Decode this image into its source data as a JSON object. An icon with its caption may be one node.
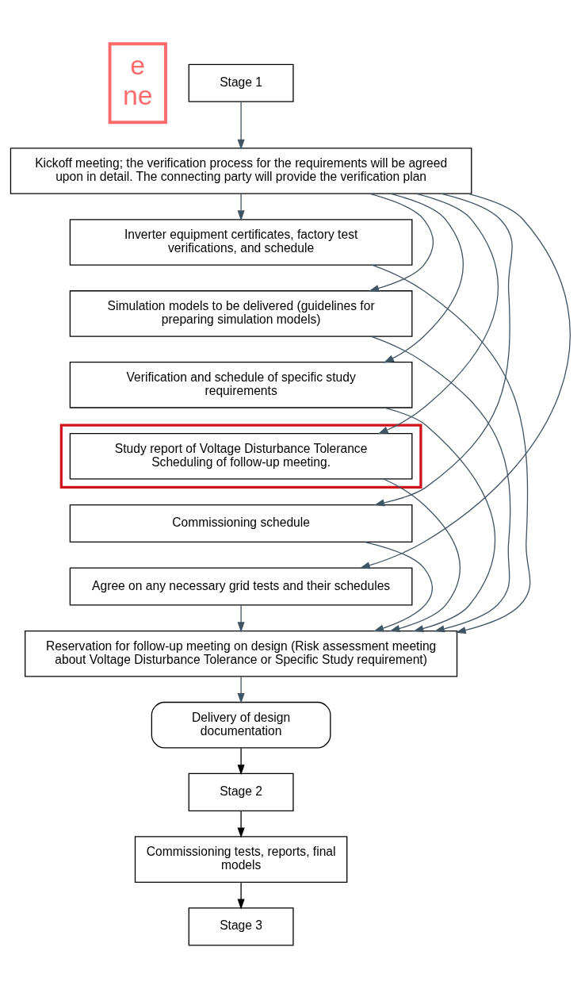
{
  "diagram": {
    "nodes": [
      {
        "text": [
          "e",
          "ne"
        ]
      },
      {
        "text": [
          "Stage 1"
        ]
      },
      {
        "text": [
          "Kickoff meeting; the verification process for the requirements will be agreed upon in detail. The connecting party will provide the verification plan"
        ]
      },
      {
        "text": [
          "Inverter equipment certificates, factory test verifications, and schedule"
        ]
      },
      {
        "text": [
          "Simulation models to be delivered (guidelines for preparing simulation models)"
        ]
      },
      {
        "text": [
          "Verification and schedule of specific study requirements"
        ]
      },
      {
        "text": [],
        "shape": "box"
      },
      {
        "text": [
          "Study report of Voltage Disturbance Tolerance Scheduling of follow-up meeting."
        ],
        "in": 6
      },
      {
        "text": [
          "Commissioning schedule"
        ]
      },
      {
        "text": [
          "Agree on any necessary grid tests and their schedules"
        ]
      },
      {
        "text": [
          "Reservation for follow-up meeting on design (Risk assessment meeting about Voltage Disturbance Tolerance or Specific Study requirement)"
        ]
      },
      {
        "text": [
          "Delivery of design documentation"
        ]
      },
      {
        "text": [
          "Stage 2"
        ]
      },
      {
        "text": [
          "Commissioning tests, reports, final models"
        ]
      },
      {
        "text": [
          "Stage 3"
        ]
      }
    ],
    "edges": [
      {
        "from": 1,
        "to": 2,
        "arrow": "to"
      },
      {
        "from": 2,
        "to": 3,
        "arrow": "to"
      },
      {
        "from": 2,
        "to": 4,
        "arrow": "to"
      },
      {
        "from": 2,
        "to": 5,
        "arrow": "to"
      },
      {
        "from": 2,
        "to": 7,
        "arrow": "to"
      },
      {
        "from": 2,
        "to": 8,
        "arrow": "to"
      },
      {
        "from": 2,
        "to": 9,
        "arrow": "to"
      },
      {
        "from": 3,
        "to": 10,
        "arrow": "to"
      },
      {
        "from": 4,
        "to": 10,
        "arrow": "to"
      },
      {
        "from": 5,
        "to": 10,
        "arrow": "to"
      },
      {
        "from": 7,
        "to": 10,
        "arrow": "to"
      },
      {
        "from": 8,
        "to": 10,
        "arrow": "to"
      },
      {
        "from": 9,
        "to": 10,
        "arrow": "to"
      },
      {
        "from": 10,
        "to": 11,
        "arrow": "to"
      },
      {
        "from": 11,
        "to": 12,
        "arrow": "to",
        "color": "#000000"
      },
      {
        "from": 12,
        "to": 13,
        "arrow": "to",
        "color": "#000000"
      },
      {
        "from": 13,
        "to": 14,
        "arrow": "to",
        "color": "#000000"
      }
    ]
  }
}
